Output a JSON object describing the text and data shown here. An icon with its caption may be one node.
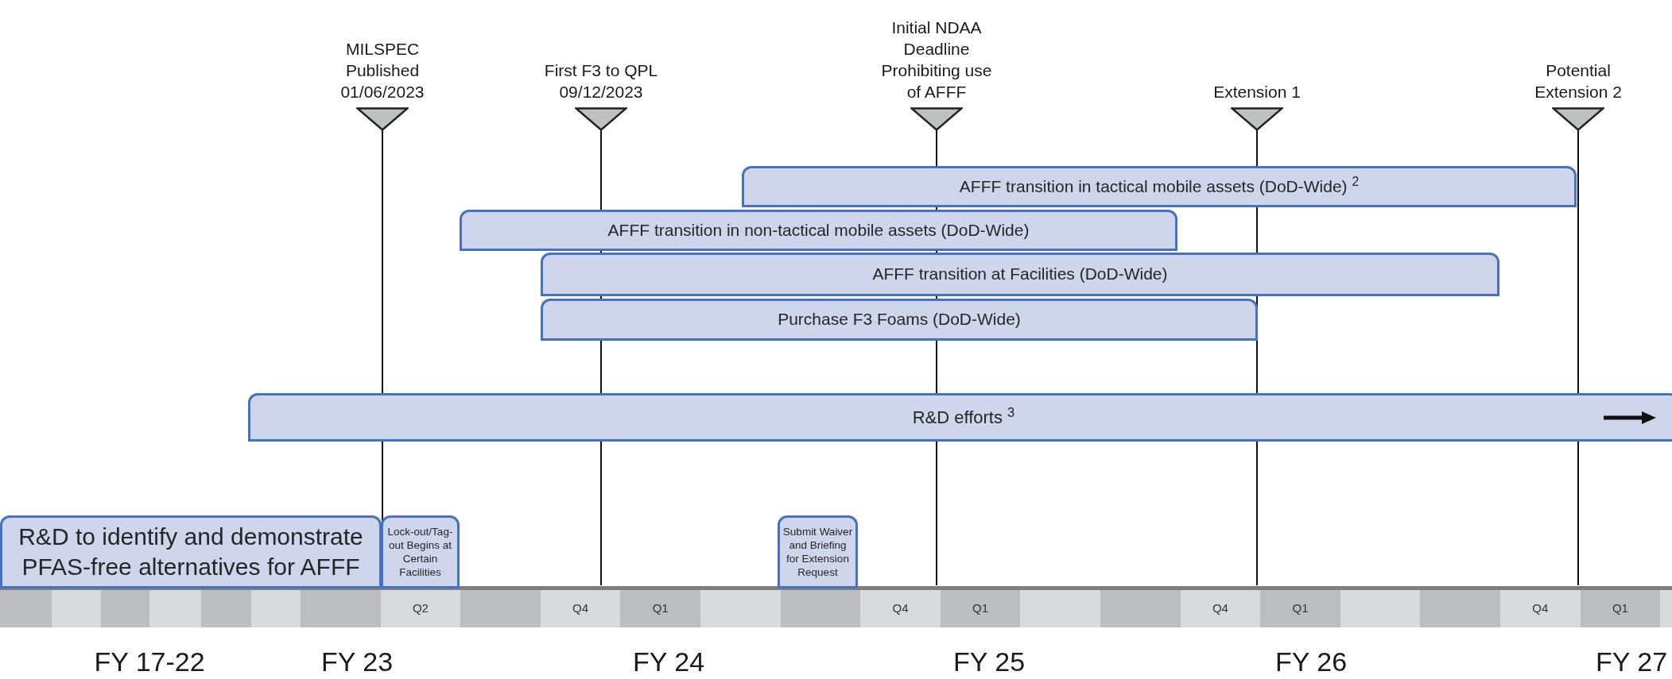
{
  "diagram": {
    "nodes": [
      {
        "text": [
          "MILSPEC Published 01/06/2023"
        ]
      },
      {
        "text": [
          "First F3 to QPL 09/12/2023"
        ]
      },
      {
        "text": [
          "Initial NDAA Deadline Prohibiting use of AFFF"
        ]
      },
      {
        "text": [
          "Extension 1"
        ]
      },
      {
        "text": [
          "Potential Extension 2"
        ]
      },
      {
        "text": [
          "AFFF transition in tactical mobile assets (DoD-Wide) $^{2}$"
        ]
      },
      {
        "text": [
          "AFFF transition in non-tactical mobile assets (DoD-Wide)"
        ]
      },
      {
        "text": [
          "AFFF transition at Facilities (DoD-Wide)"
        ]
      },
      {
        "text": [
          "Purchase F3 Foams (DoD-Wide)"
        ]
      },
      {
        "text": [
          "R&D efforts $^{3}$"
        ]
      },
      {
        "text": [
          "R&D to identify and demonstrate PFAS-free alternatives for AFFF"
        ]
      },
      {
        "text": [
          "Lock-out/Tag-out Begins at Certain Facilities"
        ]
      },
      {
        "text": [
          "Submit Waiver and Briefing for Extension Request"
        ]
      }
    ],
    "labels": [
      "Q2",
      "Q4",
      "Q1",
      "Q4",
      "Q1",
      "Q4",
      "Q1",
      "Q4",
      "Q1",
      "FY 17-22",
      "FY 23",
      "FY 24",
      "FY 25",
      "FY 26",
      "FY 27"
    ]
  }
}
